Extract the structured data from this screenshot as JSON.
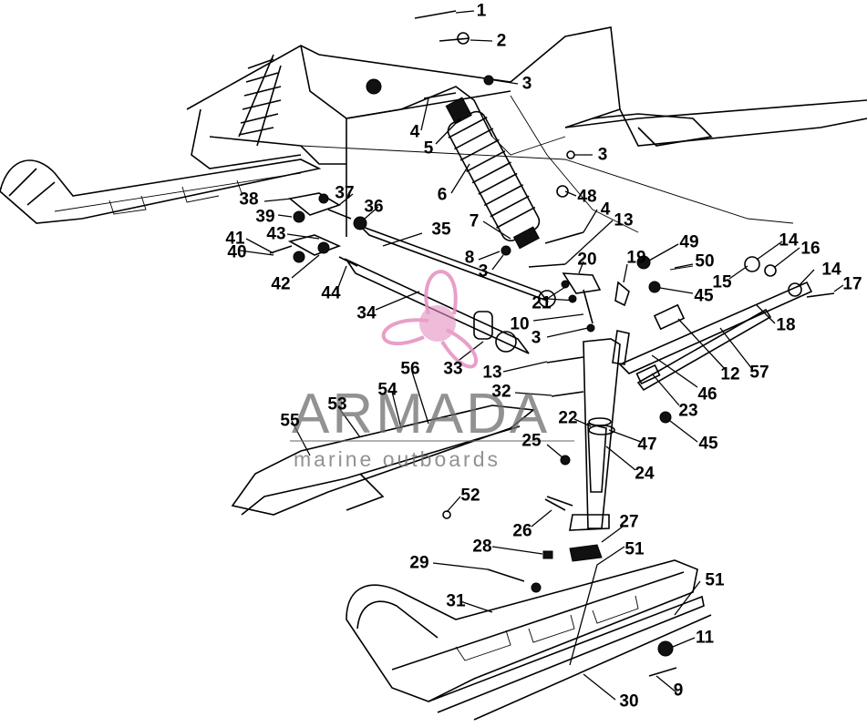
{
  "watermark": {
    "brand": "ARMADA",
    "tagline": "marine outboards",
    "logo_color": "#e48fbf",
    "text_color": "#6e6e6e"
  },
  "callouts": [
    "1",
    "2",
    "3",
    "4",
    "5",
    "3",
    "6",
    "48",
    "4",
    "7",
    "13",
    "8",
    "3",
    "49",
    "14",
    "16",
    "50",
    "20",
    "19",
    "15",
    "14",
    "17",
    "45",
    "21",
    "10",
    "18",
    "3",
    "12",
    "57",
    "46",
    "23",
    "13",
    "33",
    "32",
    "22",
    "47",
    "45",
    "25",
    "24",
    "35",
    "34",
    "36",
    "37",
    "38",
    "39",
    "41",
    "43",
    "40",
    "42",
    "44",
    "53",
    "54",
    "56",
    "55",
    "52",
    "26",
    "27",
    "28",
    "51",
    "29",
    "31",
    "51",
    "11",
    "9",
    "30"
  ]
}
